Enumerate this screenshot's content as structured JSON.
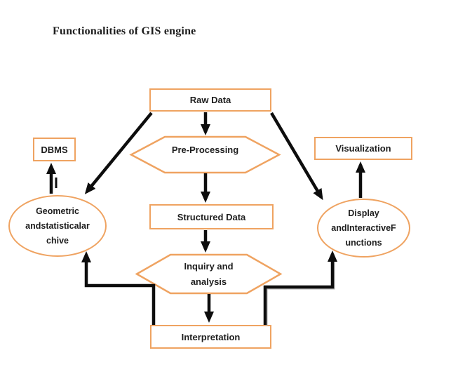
{
  "title": "Functionalities of GIS engine",
  "colors": {
    "shape_border": "#efa361",
    "arrow": "#0d0d0d",
    "background": "#ffffff",
    "text": "#1d1d1d"
  },
  "nodes": {
    "raw_data": {
      "shape": "rectangle",
      "label": "Raw Data"
    },
    "pre_processing": {
      "shape": "hexagon",
      "label": "Pre-Processing"
    },
    "structured_data": {
      "shape": "rectangle",
      "label": "Structured Data"
    },
    "inquiry_analysis": {
      "shape": "hexagon",
      "lines": [
        "Inquiry and",
        "analysis"
      ]
    },
    "interpretation": {
      "shape": "rectangle",
      "label": "Interpretation"
    },
    "dbms": {
      "shape": "rectangle",
      "label": "DBMS"
    },
    "geo_archive": {
      "shape": "ellipse",
      "lines": [
        "Geometric",
        "andstatisticalar",
        "chive"
      ]
    },
    "visualization": {
      "shape": "rectangle",
      "label": "Visualization"
    },
    "display_functions": {
      "shape": "ellipse",
      "lines": [
        "Display",
        "andInteractiveF",
        "unctions"
      ]
    }
  },
  "edges": [
    {
      "from": "raw_data",
      "to": "pre_processing"
    },
    {
      "from": "raw_data",
      "to": "geo_archive"
    },
    {
      "from": "raw_data",
      "to": "display_functions"
    },
    {
      "from": "pre_processing",
      "to": "structured_data"
    },
    {
      "from": "structured_data",
      "to": "inquiry_analysis"
    },
    {
      "from": "inquiry_analysis",
      "to": "interpretation"
    },
    {
      "from": "geo_archive",
      "to": "dbms"
    },
    {
      "from": "display_functions",
      "to": "visualization"
    },
    {
      "from": "interpretation",
      "to": "geo_archive"
    },
    {
      "from": "interpretation",
      "to": "display_functions"
    }
  ]
}
